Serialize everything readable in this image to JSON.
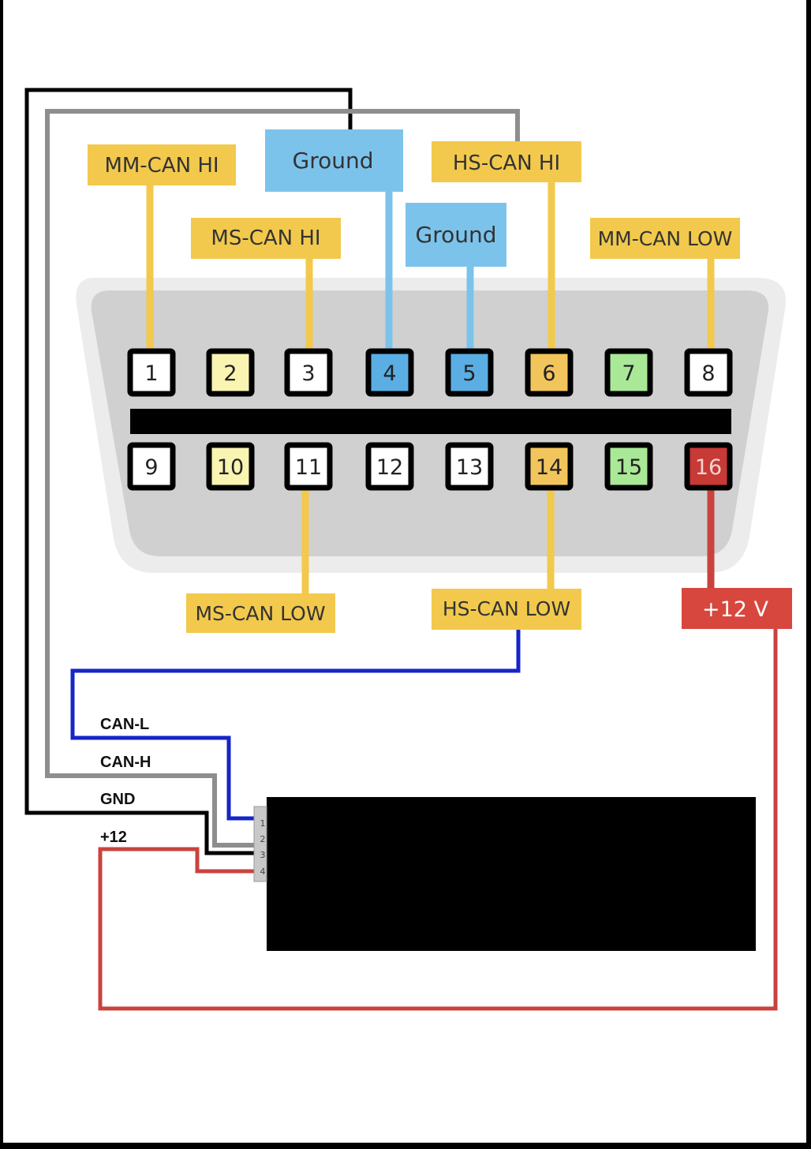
{
  "colors": {
    "yellow": "#f2c94c",
    "blue_label": "#7cc3ec",
    "red": "#d7473d",
    "pin_yellow": "#f9f4b2",
    "pin_blue": "#5aaee3",
    "pin_orange": "#f2c55c",
    "pin_green": "#a9e897",
    "pin_red": "#c73a35",
    "wire_blue": "#1525c9",
    "wire_gray": "#8e8e8e",
    "wire_black": "#000000",
    "wire_red": "#c9433e"
  },
  "labels": {
    "mm_can_hi": "MM-CAN HI",
    "ground_1": "Ground",
    "hs_can_hi": "HS-CAN HI",
    "ms_can_hi": "MS-CAN HI",
    "ground_2": "Ground",
    "mm_can_low": "MM-CAN LOW",
    "ms_can_low": "MS-CAN LOW",
    "hs_can_low": "HS-CAN LOW",
    "plus_12v": "+12 V"
  },
  "pins": [
    {
      "n": "1",
      "fill": "#ffffff"
    },
    {
      "n": "2",
      "fill": "#f9f4b2"
    },
    {
      "n": "3",
      "fill": "#ffffff"
    },
    {
      "n": "4",
      "fill": "#5aaee3"
    },
    {
      "n": "5",
      "fill": "#5aaee3"
    },
    {
      "n": "6",
      "fill": "#f2c55c"
    },
    {
      "n": "7",
      "fill": "#a9e897"
    },
    {
      "n": "8",
      "fill": "#ffffff"
    },
    {
      "n": "9",
      "fill": "#ffffff"
    },
    {
      "n": "10",
      "fill": "#f9f4b2"
    },
    {
      "n": "11",
      "fill": "#ffffff"
    },
    {
      "n": "12",
      "fill": "#ffffff"
    },
    {
      "n": "13",
      "fill": "#ffffff"
    },
    {
      "n": "14",
      "fill": "#f2c55c"
    },
    {
      "n": "15",
      "fill": "#a9e897"
    },
    {
      "n": "16",
      "fill": "#c73a35"
    }
  ],
  "module": {
    "wires": [
      {
        "label": "CAN-L"
      },
      {
        "label": "CAN-H"
      },
      {
        "label": "GND"
      },
      {
        "label": "+12"
      }
    ],
    "connector_pins": [
      "1",
      "2",
      "3",
      "4"
    ]
  }
}
